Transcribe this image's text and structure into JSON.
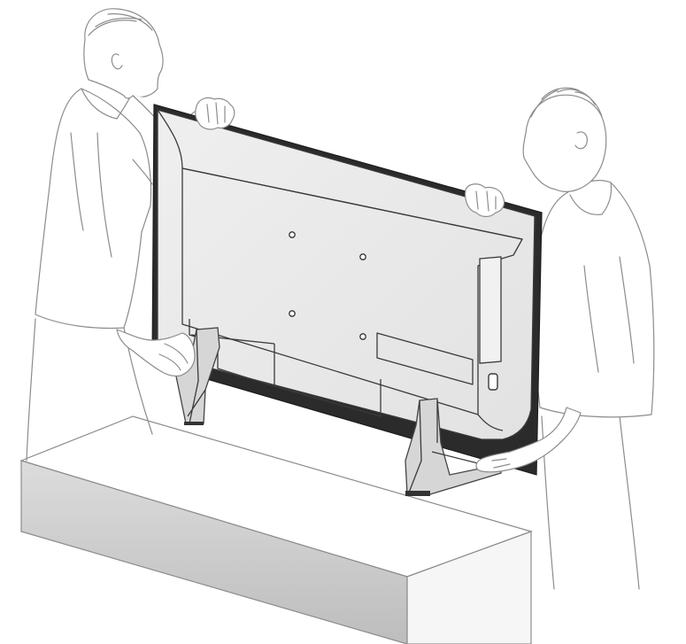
{
  "figure": {
    "caption": "",
    "colors": {
      "tv_back": "#e8e8e8",
      "tv_frame": "#2b2b2b",
      "stand": "#555555",
      "stand_fill": "#d6d6d6",
      "cabinet_top": "#ffffff",
      "cabinet_front": "#cfcfcf",
      "cabinet_side": "#f4f4f4",
      "outline": "#8c8c8c"
    },
    "parts": [
      "person-left",
      "person-right",
      "tv-back-panel",
      "tv-stand-left",
      "tv-stand-right",
      "tv-cabinet"
    ]
  }
}
